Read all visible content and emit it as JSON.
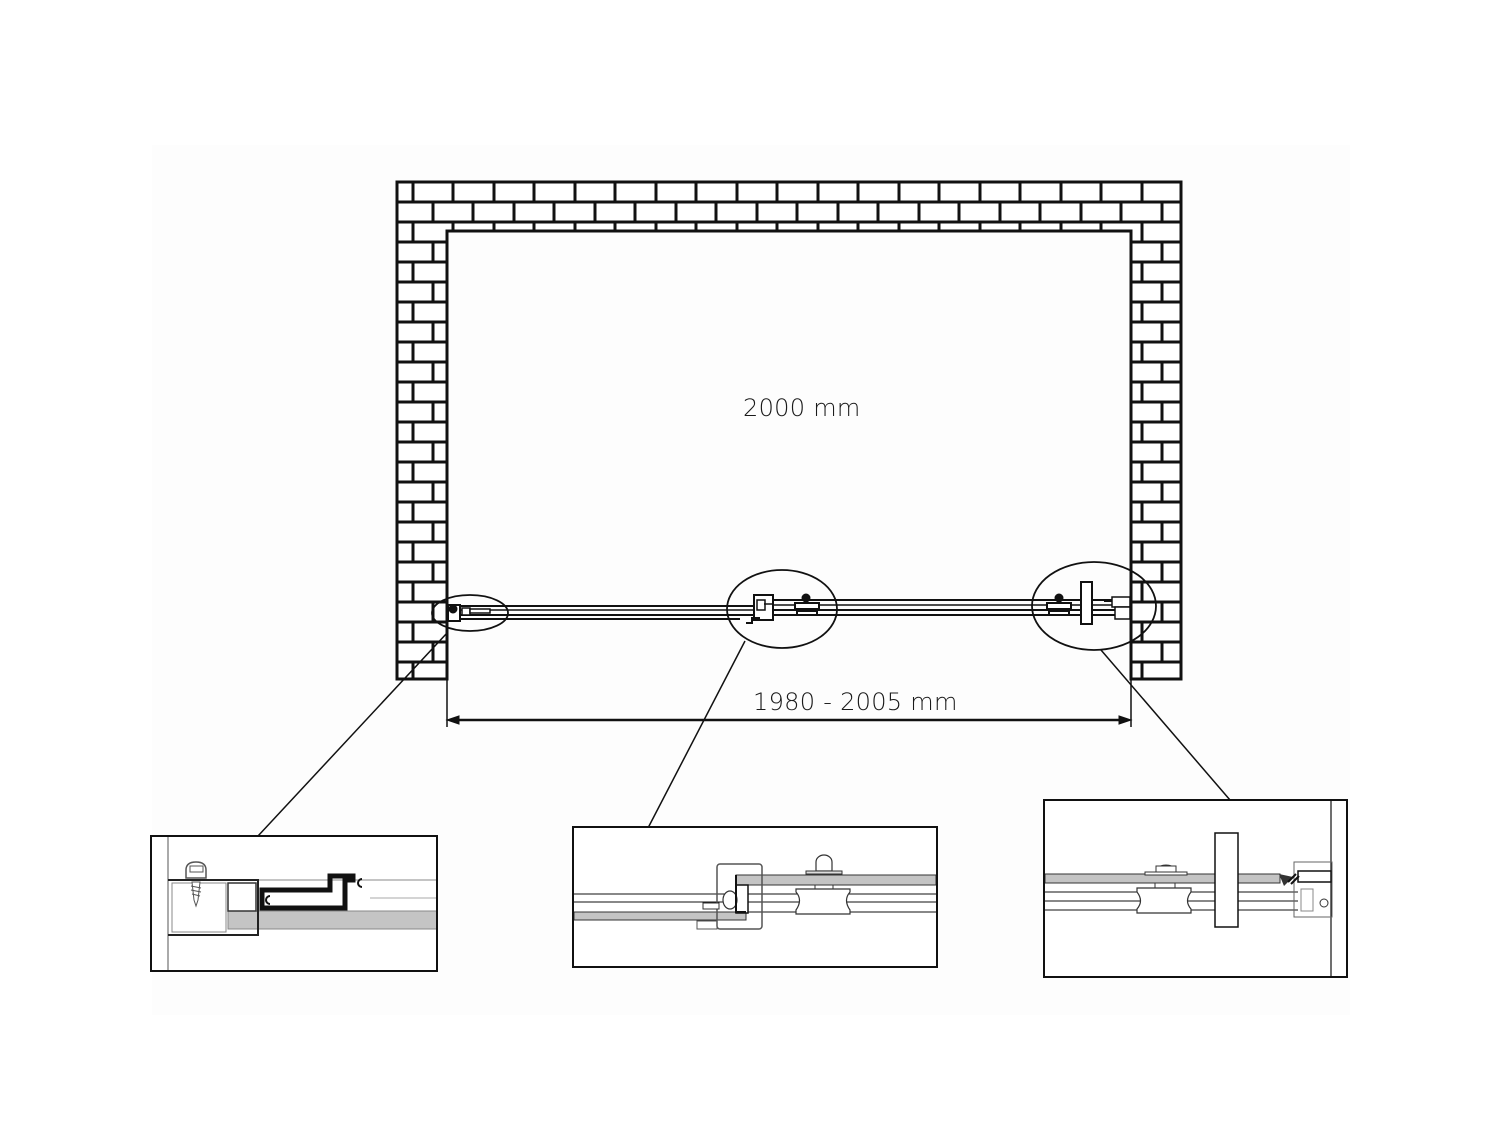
{
  "diagram": {
    "type": "technical-installation-plan",
    "subject": "sliding shower door between two walls (top view)",
    "depth_dimension": "2000 mm",
    "width_dimension": "1980 - 2005 mm",
    "wall_pattern": "brick",
    "callouts": [
      {
        "id": "left",
        "target": "wall profile with screw and fixed glass",
        "detail": "wall-profile-screw-detail"
      },
      {
        "id": "center",
        "target": "overlap of fixed and sliding panel with roller",
        "detail": "panel-overlap-roller-detail"
      },
      {
        "id": "right",
        "target": "sliding panel roller, handle and magnetic closing profile",
        "detail": "handle-closing-profile-detail"
      }
    ],
    "colors": {
      "line": "#111111",
      "glass": "#c4c4c4",
      "background": "#ffffff"
    }
  }
}
